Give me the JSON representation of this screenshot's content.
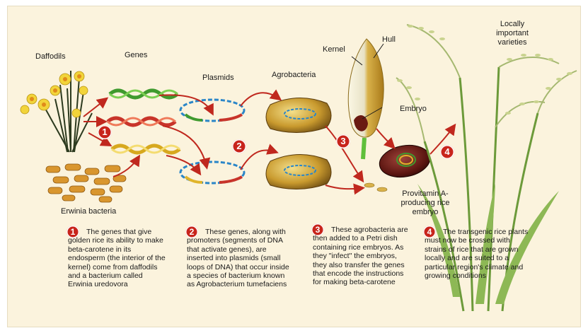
{
  "labels": {
    "daffodils": "Daffodils",
    "genes": "Genes",
    "plasmids": "Plasmids",
    "agrobacteria": "Agrobacteria",
    "kernel": "Kernel",
    "hull": "Hull",
    "embryo": "Embryo",
    "varieties": "Locally important varieties",
    "erwinia": "Erwinia bacteria",
    "provitamin": "Provitamin A-producing rice embryo"
  },
  "steps": [
    {
      "num": "1",
      "text": "The genes that give golden rice its ability to make beta-carotene in its endosperm (the interior of the kernel) come from daffodils and a bacterium called Erwinia uredovora"
    },
    {
      "num": "2",
      "text": "These genes, along with promoters (segments of DNA that activate genes), are inserted into plasmids (small loops of DNA) that occur inside a species of bacterium known as Agrobacterium tumefaciens"
    },
    {
      "num": "3",
      "text": "These agrobacteria are then added to a Petri dish containing rice embryos. As they \"infect\" the embryos, they also transfer the genes that encode the instructions for making beta-carotene"
    },
    {
      "num": "4",
      "text": "The transgenic rice plants must now be crossed with strains of rice that are grown locally and are suited to a particular region's climate and growing conditions"
    }
  ],
  "colors": {
    "badge": "#c8241b",
    "arrow": "#c0281e",
    "gene_green": "#3f9a2e",
    "gene_red": "#c8342a",
    "gene_yellow": "#e0b42a",
    "background": "#fbf3dd"
  }
}
